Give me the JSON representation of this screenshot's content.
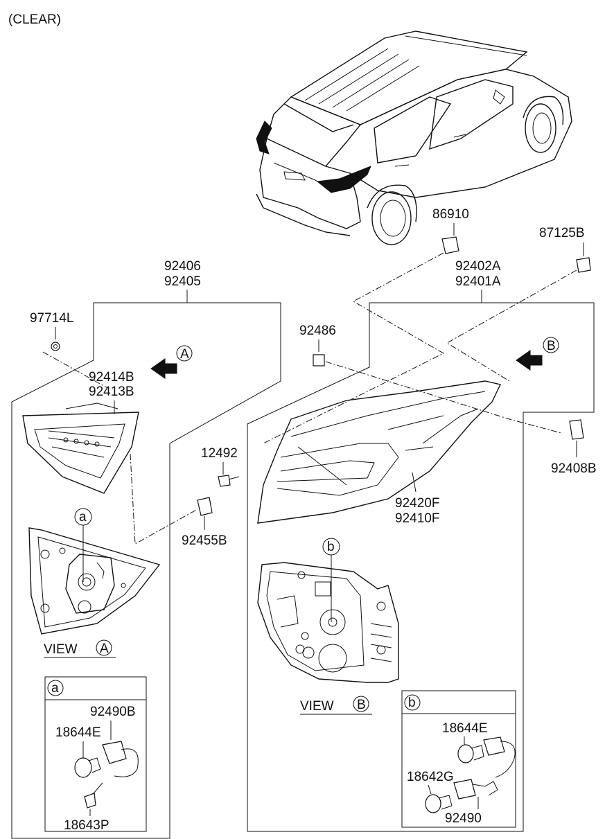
{
  "header": {
    "variant_note": "(CLEAR)"
  },
  "part_numbers": {
    "inner_lamp_assy_1": "92406",
    "inner_lamp_assy_2": "92405",
    "outer_lamp_assy_1": "92402A",
    "outer_lamp_assy_2": "92401A",
    "clip_86910": "86910",
    "clip_87125B": "87125B",
    "nut_97714L": "97714L",
    "lens_inner_1": "92414B",
    "lens_inner_2": "92413B",
    "bolt_92486": "92486",
    "screw_12492": "12492",
    "grommet_92455B": "92455B",
    "bracket_92408B": "92408B",
    "lens_outer_1": "92420F",
    "lens_outer_2": "92410F"
  },
  "views": {
    "view_a_label": "VIEW",
    "view_a_letter": "A",
    "view_b_label": "VIEW",
    "view_b_letter": "B",
    "arrow_a_letter": "A",
    "arrow_b_letter": "B",
    "callout_a_letter": "a",
    "callout_b_letter": "b"
  },
  "detail_a": {
    "letter": "a",
    "parts": [
      "92490B",
      "18644E",
      "18643P"
    ]
  },
  "detail_b": {
    "letter": "b",
    "parts": [
      "18644E",
      "18642G",
      "92490"
    ]
  }
}
